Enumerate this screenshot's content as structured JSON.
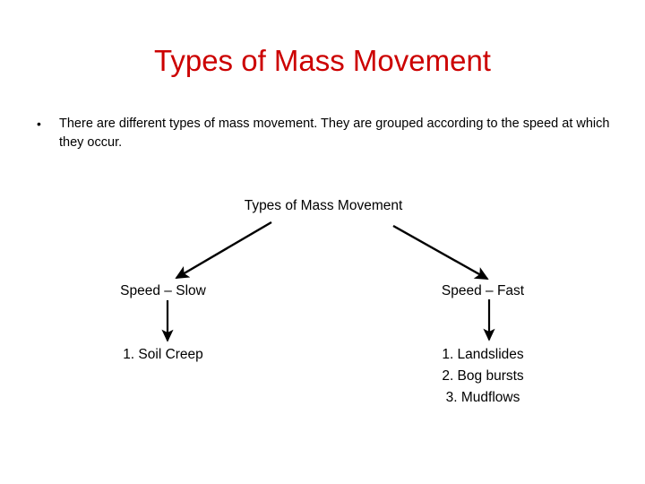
{
  "slide": {
    "title": "Types of Mass Movement",
    "title_color": "#cc0000",
    "background_color": "#ffffff",
    "body_color": "#000000"
  },
  "bullet": {
    "marker": "•",
    "text": "There are different types of mass movement. They are grouped according to the speed at which they occur."
  },
  "diagram": {
    "root": "Types of Mass Movement",
    "branches": [
      {
        "label": "Speed – Slow",
        "items": [
          "1. Soil Creep"
        ]
      },
      {
        "label": "Speed – Fast",
        "items": [
          "1. Landslides",
          "2. Bog bursts",
          "3. Mudflows"
        ]
      }
    ],
    "connectors": [
      "arrow-root-to-slow",
      "arrow-root-to-fast",
      "arrow-slow-to-items",
      "arrow-fast-to-items"
    ]
  }
}
